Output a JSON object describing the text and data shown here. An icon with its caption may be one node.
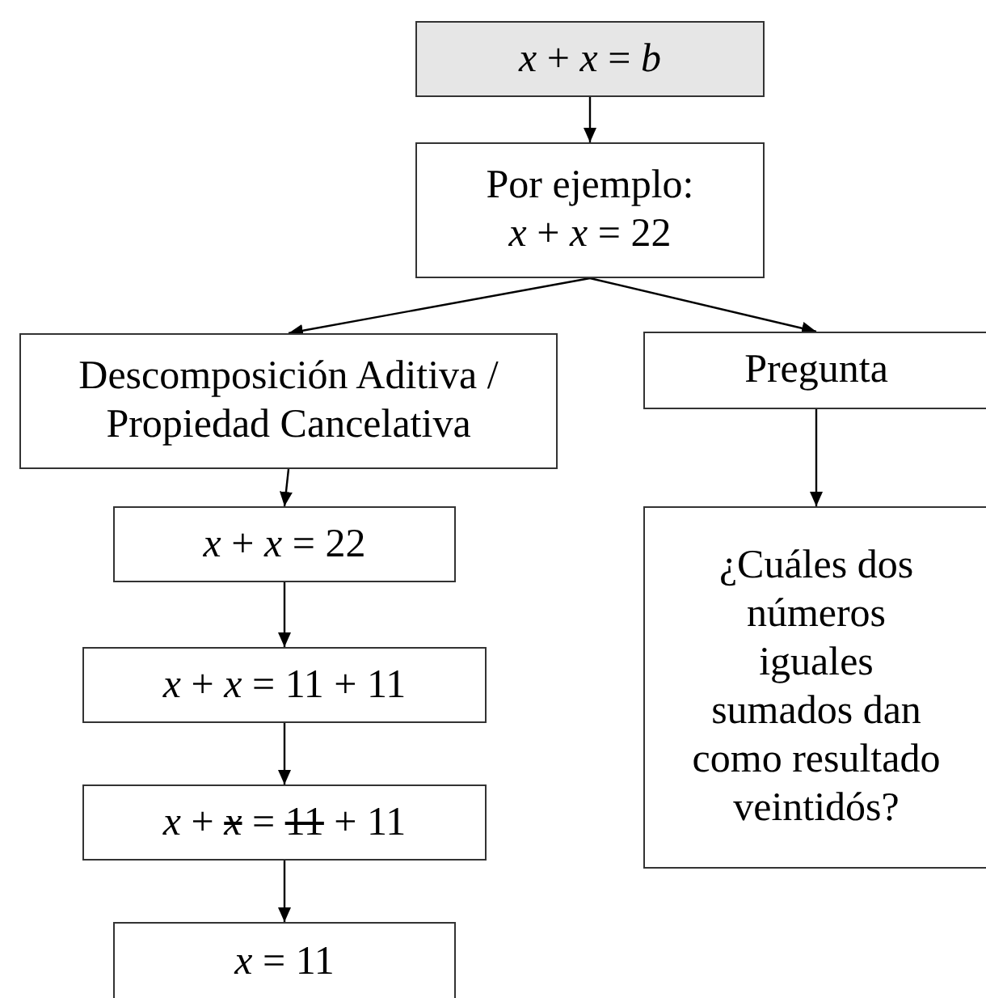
{
  "diagram": {
    "nodes": [
      {
        "text": [
          "*x* + *x* = *b*"
        ]
      },
      {
        "text": [
          "Por ejemplo:",
          "*x* + *x* = 22"
        ]
      },
      {
        "text": [
          "Descomposición Aditiva / Propiedad Cancelativa"
        ]
      },
      {
        "text": [
          "Pregunta"
        ]
      },
      {
        "text": [
          "*x* + *x* = 22"
        ]
      },
      {
        "text": [
          "*x* + *x* = 11 + 11"
        ]
      },
      {
        "text": [
          "*x* + *x* = 11 + 11"
        ]
      },
      {
        "text": [
          "*x* = 11"
        ]
      },
      {
        "text": [
          "¿Cuáles dos números iguales sumados dan como resultado veintidós?"
        ]
      }
    ],
    "edges": [
      {
        "from": 0,
        "to": 1,
        "arrow": "to"
      },
      {
        "from": 1,
        "to": 2,
        "arrow": "to"
      },
      {
        "from": 1,
        "to": 3,
        "arrow": "to"
      },
      {
        "from": 2,
        "to": 4,
        "arrow": "to"
      },
      {
        "from": 4,
        "to": 5,
        "arrow": "to"
      },
      {
        "from": 5,
        "to": 6,
        "arrow": "to"
      },
      {
        "from": 6,
        "to": 7,
        "arrow": "to"
      },
      {
        "from": 3,
        "to": 8,
        "arrow": "to"
      }
    ]
  }
}
